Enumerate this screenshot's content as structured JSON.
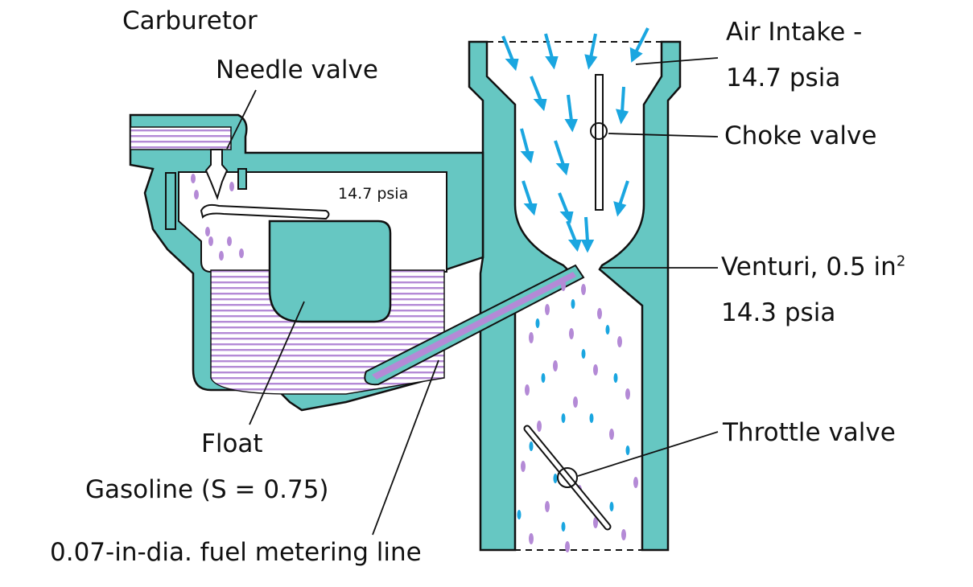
{
  "diagram": {
    "title": "Carburetor",
    "labels": {
      "needle_valve": "Needle valve",
      "air_intake_line1": "Air Intake -",
      "air_intake_line2": "14.7 psia",
      "choke_valve": "Choke valve",
      "chamber_pressure": "14.7 psia",
      "venturi_line1": "Venturi, 0.5 in",
      "venturi_exponent": "2",
      "venturi_line2": "14.3 psia",
      "throttle_valve": "Throttle valve",
      "float": "Float",
      "gasoline": "Gasoline (S = 0.75)",
      "fuel_line": "0.07-in-dia. fuel metering line"
    },
    "colors": {
      "body": "#66c7c2",
      "outline": "#111111",
      "fuel": "#b48ad6",
      "air": "#1aa6e0",
      "chamber": "#ffffff"
    }
  }
}
